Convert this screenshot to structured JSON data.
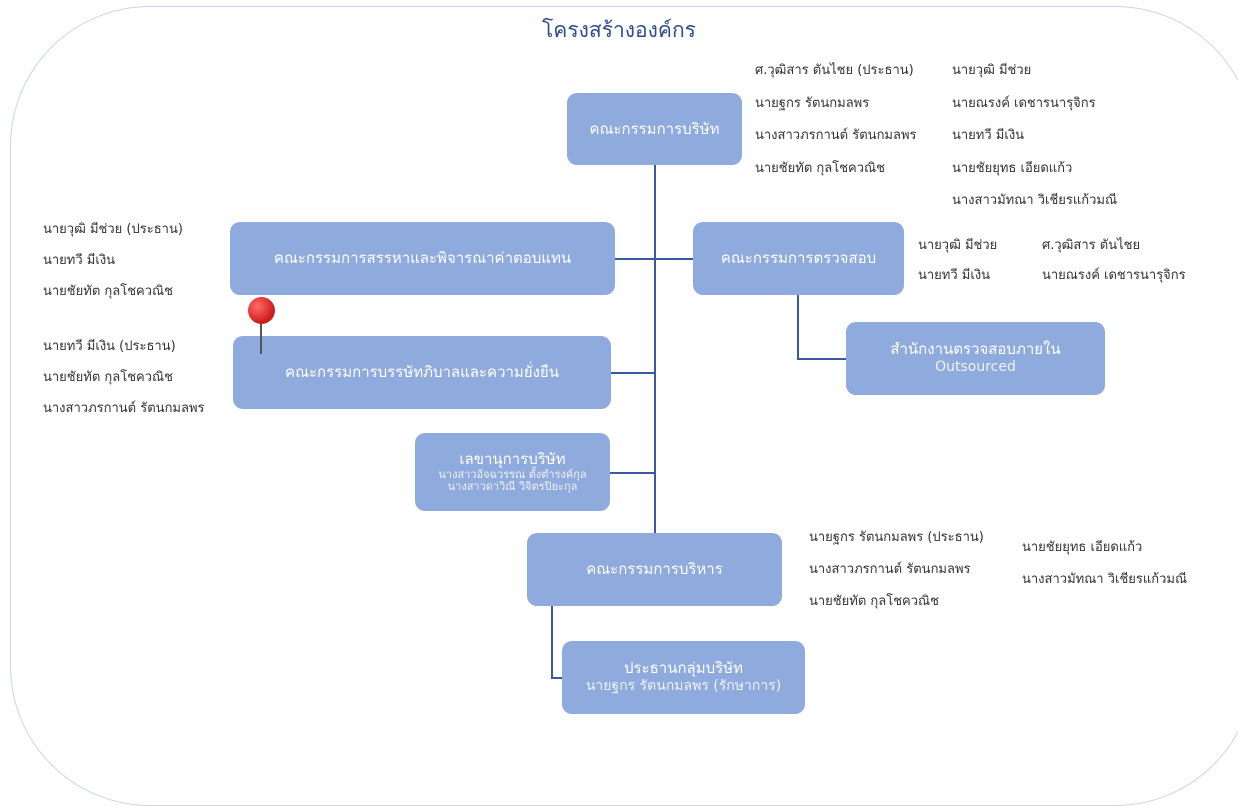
{
  "title": "โครงสร้างองค์กร",
  "colors": {
    "box": "#8faadc",
    "line": "#3a5a9b",
    "title": "#2e4f8a",
    "frame": "#c9d7ea",
    "pin": "#d42323"
  },
  "boxes": {
    "board": {
      "label": "คณะกรรมการบริษัท"
    },
    "nomination": {
      "label": "คณะกรรมการสรรหาและพิจารณาค่าตอบแทน"
    },
    "audit": {
      "label": "คณะกรรมการตรวจสอบ"
    },
    "governance": {
      "label": "คณะกรรมการบรรษัทภิบาลและความยั่งยืน"
    },
    "internal_audit": {
      "label": "สำนักงานตรวจสอบภายใน",
      "sub": "Outsourced"
    },
    "secretary": {
      "label": "เลขานุการบริษัท",
      "sub1": "นางสาวอัจฉวรรณ ตั้งตำรงค์กุล",
      "sub2": "นางสาวดาวิณี วิจิตรปิยะกุล"
    },
    "executive": {
      "label": "คณะกรรมการบริหาร"
    },
    "ceo": {
      "label": "ประธานกลุ่มบริษัท",
      "sub": "นายฐกร รัตนกมลพร (รักษาการ)"
    }
  },
  "names": {
    "board_col1": [
      "ศ.วุฒิสาร ตันไชย (ประธาน)",
      "นายฐกร รัตนกมลพร",
      "นางสาวภรกานต์ รัตนกมลพร",
      "นายชัยทัต กุลโชควณิช"
    ],
    "board_col2": [
      "นายวุฒิ มีช่วย",
      "นายณรงค์ เดชารนารุจิกร",
      "นายทวี มีเงิน",
      "นายชัยยุทธ เอียดแก้ว",
      "นางสาวมัทณา วิเชียรแก้วมณี"
    ],
    "nomination": [
      "นายวุฒิ มีช่วย (ประธาน)",
      "นายทวี มีเงิน",
      "นายชัยทัต กุลโชควณิช"
    ],
    "governance": [
      "นายทวี มีเงิน (ประธาน)",
      "นายชัยทัต กุลโชควณิช",
      "นางสาวภรกานต์ รัตนกมลพร"
    ],
    "audit_col1": [
      "นายวุฒิ มีช่วย",
      "นายทวี มีเงิน"
    ],
    "audit_col2": [
      "ศ.วุฒิสาร ตันไชย",
      "นายณรงค์ เดชารนารุจิกร"
    ],
    "exec_col1": [
      "นายฐกร รัตนกมลพร (ประธาน)",
      "นางสาวภรกานต์ รัตนกมลพร",
      "นายชัยทัต กุลโชควณิช"
    ],
    "exec_col2": [
      "นายชัยยุทธ เอียดแก้ว",
      "นางสาวมัทณา วิเชียรแก้วมณี"
    ]
  }
}
